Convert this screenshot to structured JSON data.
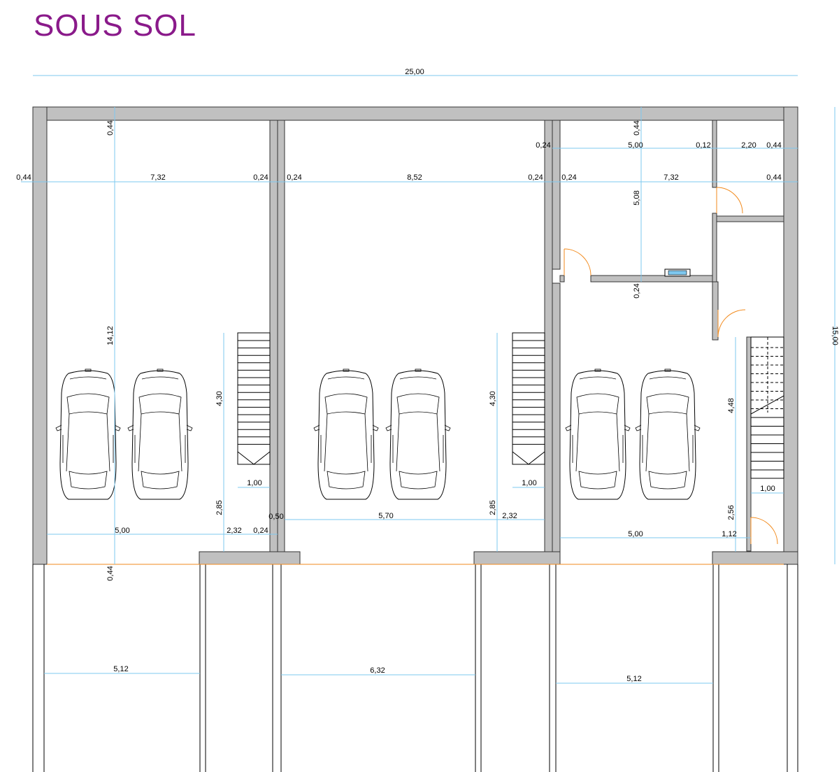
{
  "title": "SOUS SOL",
  "colors": {
    "title": "#8a1a8a",
    "wall_fill": "#c0c0c0",
    "dimension_line": "#7ec8ef",
    "door_swing": "#f28a1c"
  },
  "dimensions": {
    "overall_width": "25,00",
    "overall_depth": "15,00",
    "g1_top_wall": "0,44",
    "g1_left_wall": "0,44",
    "g1_width": "7,32",
    "g1_right_wall": "0,24",
    "g2_left_wall": "0,24",
    "g2_width": "8,52",
    "g2_right_wall": "0,24",
    "g3_left_wall": "0,24",
    "g3_width": "7,32",
    "g3_right_wall": "0,44",
    "g3_top_wall": "0,44",
    "g3_upper_left_wall": "0,24",
    "g3_room_width": "5,00",
    "g3_partition": "0,12",
    "g3_small_room": "2,20",
    "g3_upper_right_wall": "0,44",
    "g3_room_depth": "5,08",
    "g3_mid_wall": "0,24",
    "g1_depth": "14,12",
    "g1_stair_length": "4,30",
    "g1_stair_clear": "2,85",
    "g1_stair_width": "1,00",
    "g1_front_width": "5,00",
    "g1_front_side": "2,32",
    "g1_front_wall": "0,24",
    "g1_bottom_wall": "0,44",
    "g2_front_left": "0,50",
    "g2_front_width": "5,70",
    "g2_stair_length": "4,30",
    "g2_stair_clear": "2,85",
    "g2_stair_width": "1,00",
    "g2_front_side": "2,32",
    "g3_front_width": "5,00",
    "g3_front_side": "1,12",
    "g3_stair_length": "4,48",
    "g3_stair_clear": "2,56",
    "g3_stair_width": "1,00",
    "g1_ramp_width": "5,12",
    "g2_ramp_width": "6,32",
    "g3_ramp_width": "5,12"
  }
}
